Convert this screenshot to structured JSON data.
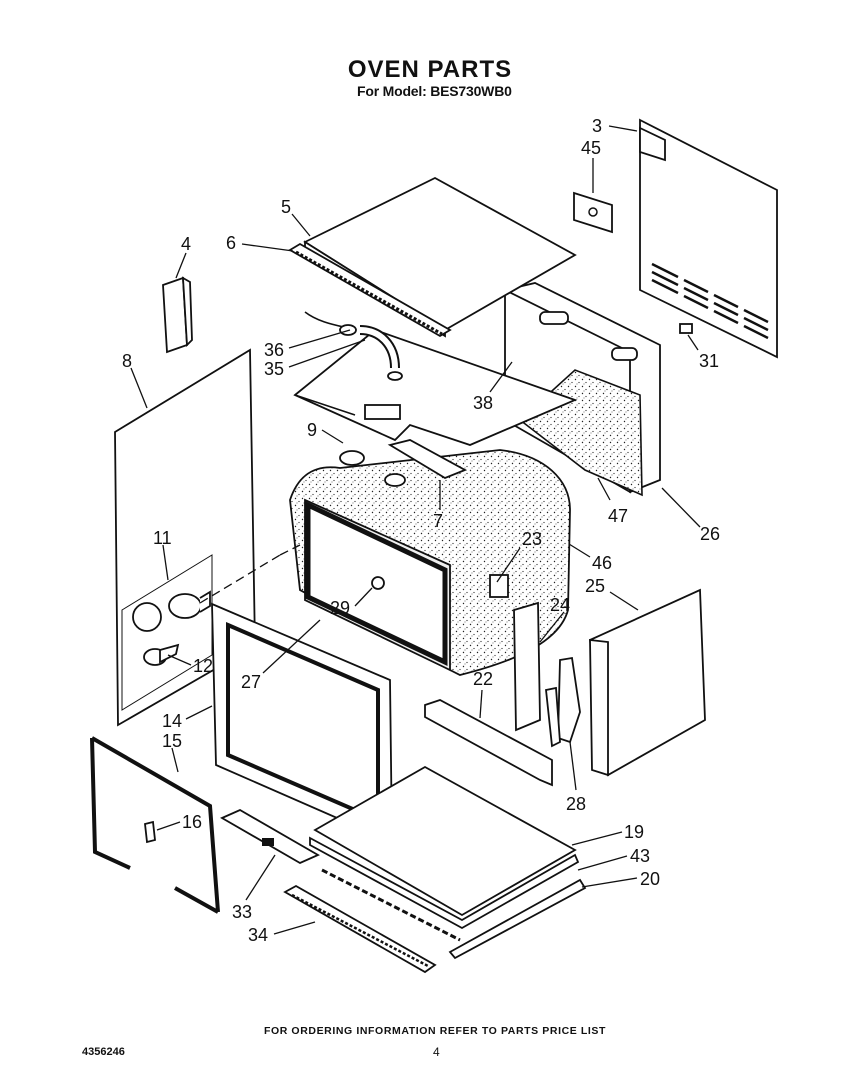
{
  "header": {
    "title": "OVEN PARTS",
    "subtitle": "For Model: BES730WB0"
  },
  "footer": {
    "ordering_note": "FOR ORDERING INFORMATION REFER TO PARTS PRICE LIST",
    "document_number": "4356246",
    "page_number": "4"
  },
  "callouts": [
    {
      "id": "c3",
      "label": "3"
    },
    {
      "id": "c45",
      "label": "45"
    },
    {
      "id": "c5",
      "label": "5"
    },
    {
      "id": "c6",
      "label": "6"
    },
    {
      "id": "c4",
      "label": "4"
    },
    {
      "id": "c36",
      "label": "36"
    },
    {
      "id": "c35",
      "label": "35"
    },
    {
      "id": "c31",
      "label": "31"
    },
    {
      "id": "c8",
      "label": "8"
    },
    {
      "id": "c38",
      "label": "38"
    },
    {
      "id": "c9",
      "label": "9"
    },
    {
      "id": "c7",
      "label": "7"
    },
    {
      "id": "c47",
      "label": "47"
    },
    {
      "id": "c26",
      "label": "26"
    },
    {
      "id": "c11",
      "label": "11"
    },
    {
      "id": "c23",
      "label": "23"
    },
    {
      "id": "c46",
      "label": "46"
    },
    {
      "id": "c25",
      "label": "25"
    },
    {
      "id": "c24",
      "label": "24"
    },
    {
      "id": "c29",
      "label": "29"
    },
    {
      "id": "c12",
      "label": "12"
    },
    {
      "id": "c27",
      "label": "27"
    },
    {
      "id": "c22",
      "label": "22"
    },
    {
      "id": "c14",
      "label": "14"
    },
    {
      "id": "c15",
      "label": "15"
    },
    {
      "id": "c28",
      "label": "28"
    },
    {
      "id": "c16",
      "label": "16"
    },
    {
      "id": "c19",
      "label": "19"
    },
    {
      "id": "c43",
      "label": "43"
    },
    {
      "id": "c20",
      "label": "20"
    },
    {
      "id": "c33",
      "label": "33"
    },
    {
      "id": "c34",
      "label": "34"
    }
  ]
}
